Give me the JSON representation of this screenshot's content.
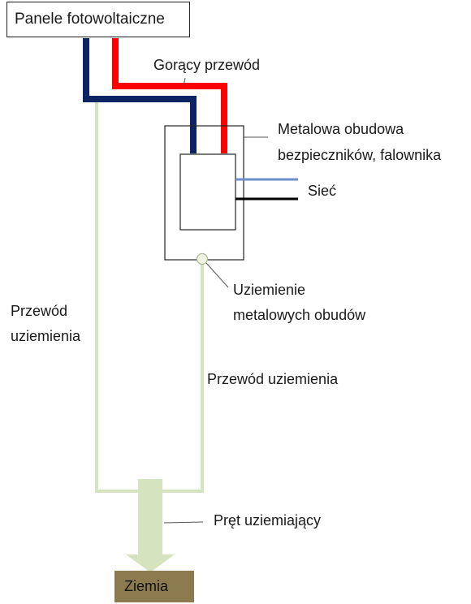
{
  "labels": {
    "panels": "Panele fotowoltaiczne",
    "hot_wire": "Gorący przewód",
    "enclosure_line1": "Metalowa obudowa",
    "enclosure_line2": "bezpieczników, falownika",
    "grid": "Sieć",
    "bonding_line1": "Uziemienie",
    "bonding_line2": "metalowych obudów",
    "ground_wire_left_line1": "Przewód",
    "ground_wire_left_line2": "uziemienia",
    "ground_wire_right": "Przewód uziemienia",
    "ground_rod": "Pręt uziemiający",
    "earth": "Ziemia"
  },
  "colors": {
    "hot_wire": "#ff0000",
    "negative_wire": "#0d2462",
    "ground_wire": "#d5e3bf",
    "grid_blue": "#6a8fcb",
    "grid_black": "#000000",
    "earth": "#8c7b4e"
  }
}
